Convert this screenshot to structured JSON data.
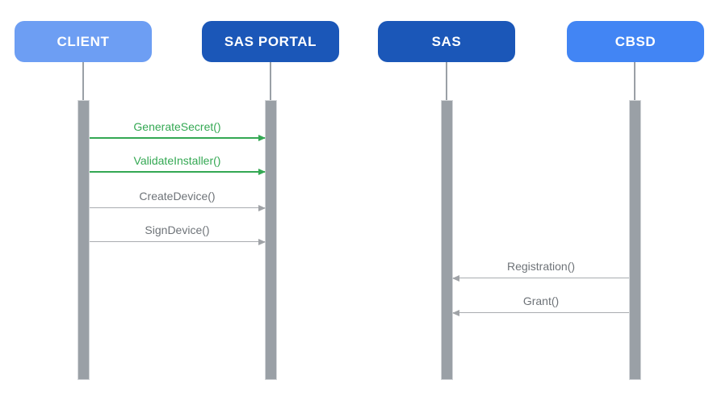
{
  "diagram": {
    "title": "SAS / CBSD registration sequence diagram",
    "colors": {
      "actor_light_blue": "#6D9EF3",
      "actor_dark_blue": "#1B57B8",
      "actor_medium_blue": "#4285F4",
      "lifeline_gray": "#9AA0A6",
      "message_green": "#34A853",
      "message_gray_text": "#6E7378",
      "message_gray_line": "#A9ACB0",
      "background": "#ffffff"
    },
    "actors": [
      {
        "id": "client",
        "label": "CLIENT",
        "color": "#6D9EF3"
      },
      {
        "id": "sas-portal",
        "label": "SAS PORTAL",
        "color": "#1B57B8"
      },
      {
        "id": "sas",
        "label": "SAS",
        "color": "#1B57B8"
      },
      {
        "id": "cbsd",
        "label": "CBSD",
        "color": "#4285F4"
      }
    ],
    "messages": [
      {
        "label": "GenerateSecret()",
        "from": "CLIENT",
        "to": "SAS PORTAL",
        "color": "#34A853",
        "direction": "right"
      },
      {
        "label": "ValidateInstaller()",
        "from": "CLIENT",
        "to": "SAS PORTAL",
        "color": "#34A853",
        "direction": "right"
      },
      {
        "label": "CreateDevice()",
        "from": "CLIENT",
        "to": "SAS PORTAL",
        "color": "#6E7378",
        "direction": "right"
      },
      {
        "label": "SignDevice()",
        "from": "CLIENT",
        "to": "SAS PORTAL",
        "color": "#6E7378",
        "direction": "right"
      },
      {
        "label": "Registration()",
        "from": "CBSD",
        "to": "SAS",
        "color": "#6E7378",
        "direction": "left"
      },
      {
        "label": "Grant()",
        "from": "CBSD",
        "to": "SAS",
        "color": "#6E7378",
        "direction": "left"
      }
    ]
  }
}
